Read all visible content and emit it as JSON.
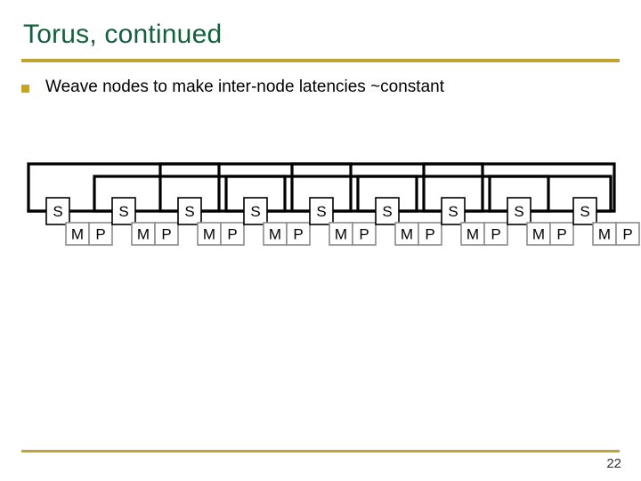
{
  "slide": {
    "title": "Torus, continued",
    "title_color": "#15603c",
    "rule_color": "#bfa431",
    "background": "#ffffff"
  },
  "body": {
    "bullets": [
      {
        "marker": "square-bullet",
        "marker_color": "#c9a227",
        "text": "Weave nodes to make inter-node latencies ~constant"
      }
    ]
  },
  "diagram": {
    "name": "torus-weave-node-chain",
    "description": "Chain of nine nodes, each with a switch box S and attached memory M and processor P boxes, connected by woven skip links at two routing levels.",
    "node_count": 9,
    "switch_label": "S",
    "memory_label": "M",
    "processor_label": "P",
    "wire_color": "#000000",
    "box_fill": "#ffffff",
    "box_border": "#8c8c8c",
    "switch_border": "#000000",
    "nodes": [
      {
        "index": 1,
        "switch": "S",
        "memory": "M",
        "processor": "P"
      },
      {
        "index": 2,
        "switch": "S",
        "memory": "M",
        "processor": "P"
      },
      {
        "index": 3,
        "switch": "S",
        "memory": "M",
        "processor": "P"
      },
      {
        "index": 4,
        "switch": "S",
        "memory": "M",
        "processor": "P"
      },
      {
        "index": 5,
        "switch": "S",
        "memory": "M",
        "processor": "P"
      },
      {
        "index": 6,
        "switch": "S",
        "memory": "M",
        "processor": "P"
      },
      {
        "index": 7,
        "switch": "S",
        "memory": "M",
        "processor": "P"
      },
      {
        "index": 8,
        "switch": "S",
        "memory": "M",
        "processor": "P"
      },
      {
        "index": 9,
        "switch": "S",
        "memory": "M",
        "processor": "P"
      }
    ]
  },
  "footer": {
    "page_number": "22",
    "rule_color": "#bfa431"
  }
}
